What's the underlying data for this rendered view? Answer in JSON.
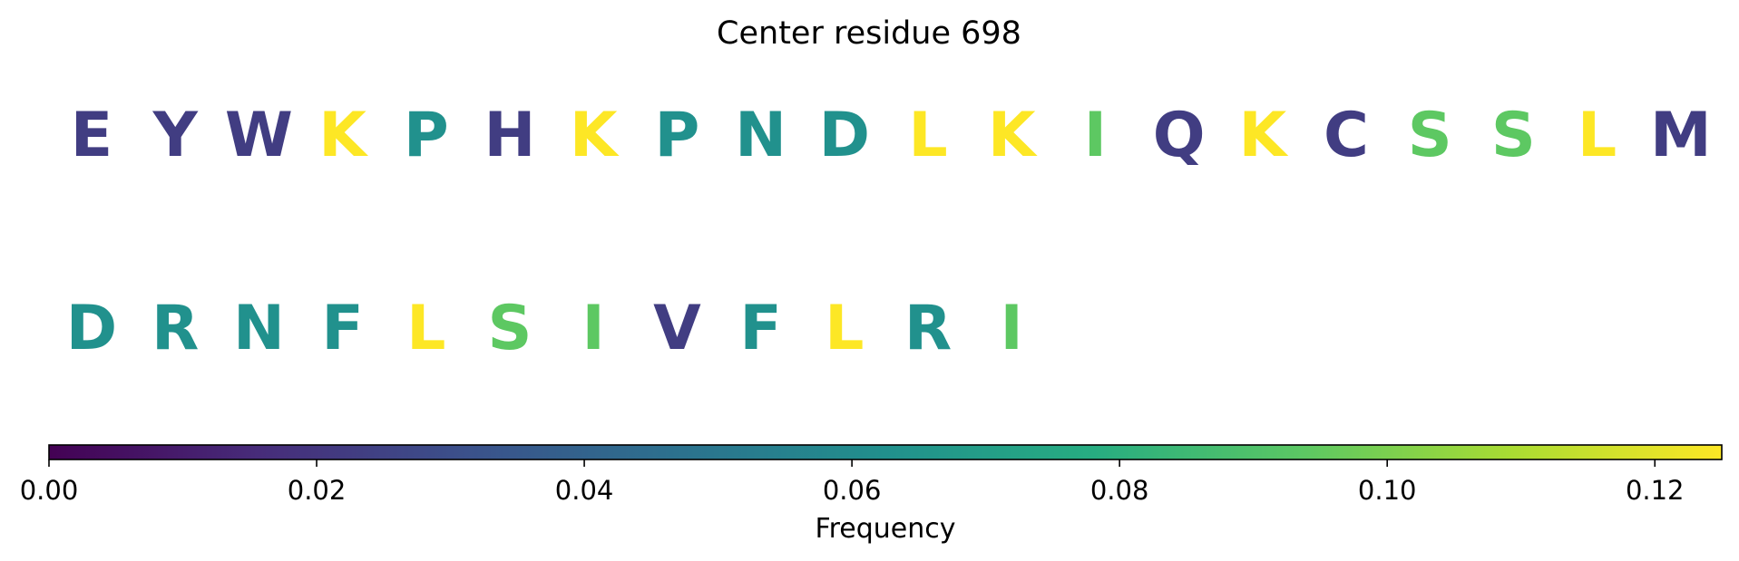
{
  "chart_data": {
    "type": "sequence-logo",
    "title": "Center residue 698",
    "colormap": "viridis",
    "rows": [
      [
        {
          "letter": "E",
          "frequency": 0.023
        },
        {
          "letter": "Y",
          "frequency": 0.023
        },
        {
          "letter": "W",
          "frequency": 0.023
        },
        {
          "letter": "K",
          "frequency": 0.125
        },
        {
          "letter": "P",
          "frequency": 0.063
        },
        {
          "letter": "H",
          "frequency": 0.023
        },
        {
          "letter": "K",
          "frequency": 0.125
        },
        {
          "letter": "P",
          "frequency": 0.063
        },
        {
          "letter": "N",
          "frequency": 0.063
        },
        {
          "letter": "D",
          "frequency": 0.063
        },
        {
          "letter": "L",
          "frequency": 0.125
        },
        {
          "letter": "K",
          "frequency": 0.125
        },
        {
          "letter": "I",
          "frequency": 0.094
        },
        {
          "letter": "Q",
          "frequency": 0.023
        },
        {
          "letter": "K",
          "frequency": 0.125
        },
        {
          "letter": "C",
          "frequency": 0.023
        },
        {
          "letter": "S",
          "frequency": 0.094
        },
        {
          "letter": "S",
          "frequency": 0.094
        },
        {
          "letter": "L",
          "frequency": 0.125
        },
        {
          "letter": "M",
          "frequency": 0.023
        }
      ],
      [
        {
          "letter": "D",
          "frequency": 0.063
        },
        {
          "letter": "R",
          "frequency": 0.063
        },
        {
          "letter": "N",
          "frequency": 0.063
        },
        {
          "letter": "F",
          "frequency": 0.063
        },
        {
          "letter": "L",
          "frequency": 0.125
        },
        {
          "letter": "S",
          "frequency": 0.094
        },
        {
          "letter": "I",
          "frequency": 0.094
        },
        {
          "letter": "V",
          "frequency": 0.023
        },
        {
          "letter": "F",
          "frequency": 0.063
        },
        {
          "letter": "L",
          "frequency": 0.125
        },
        {
          "letter": "R",
          "frequency": 0.063
        },
        {
          "letter": "I",
          "frequency": 0.094
        }
      ]
    ],
    "colorbar": {
      "label": "Frequency",
      "range": [
        0,
        0.125
      ],
      "ticks": [
        0.0,
        0.02,
        0.04,
        0.06,
        0.08,
        0.1,
        0.12
      ],
      "tick_labels": [
        "0.00",
        "0.02",
        "0.04",
        "0.06",
        "0.08",
        "0.10",
        "0.12"
      ]
    }
  }
}
